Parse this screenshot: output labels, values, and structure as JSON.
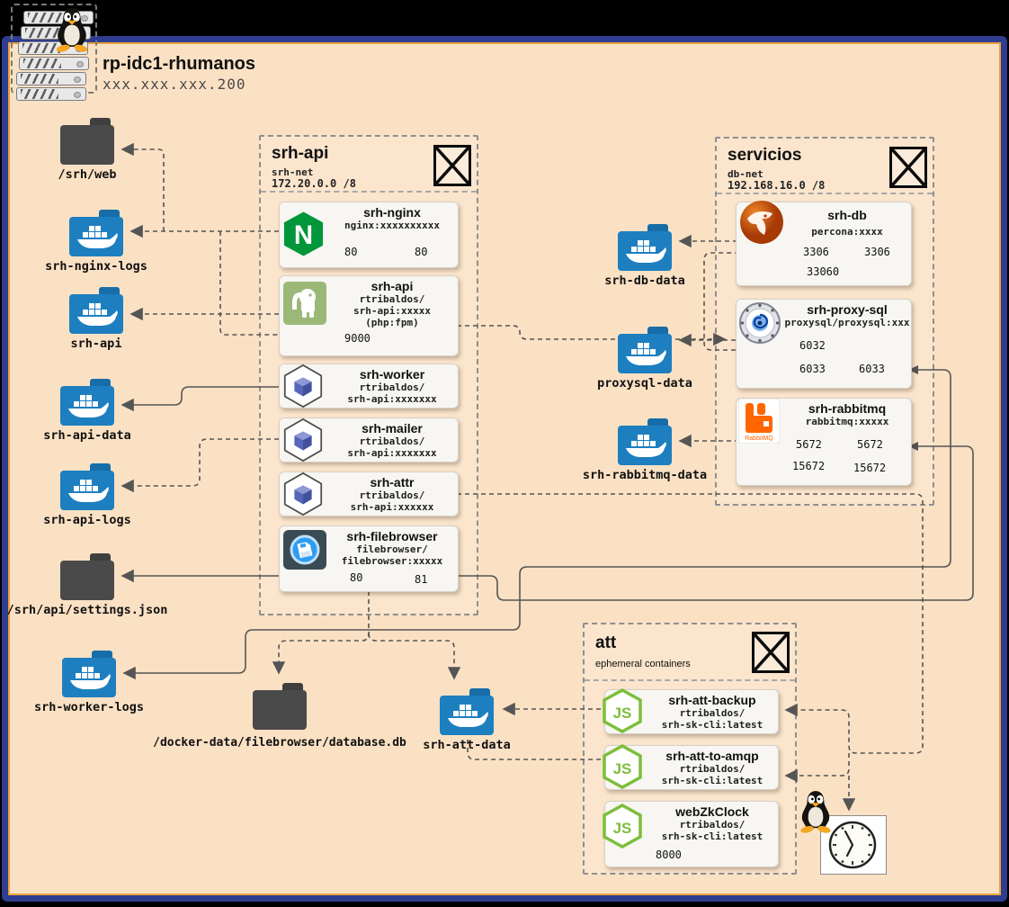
{
  "host": {
    "name": "rp-idc1-rhumanos",
    "ip": "xxx.xxx.xxx.200"
  },
  "volumes": {
    "srh_web": {
      "label": "/srh/web"
    },
    "srh_nginx_logs": {
      "label": "srh-nginx-logs"
    },
    "srh_api": {
      "label": "srh-api"
    },
    "srh_api_data": {
      "label": "srh-api-data"
    },
    "srh_api_logs": {
      "label": "srh-api-logs"
    },
    "settings_json": {
      "label": "/srh/api/settings.json"
    },
    "srh_worker_logs": {
      "label": "srh-worker-logs"
    },
    "srh_db_data": {
      "label": "srh-db-data"
    },
    "proxysql_data": {
      "label": "proxysql-data"
    },
    "srh_rabbitmq_data": {
      "label": "srh-rabbitmq-data"
    },
    "database_db": {
      "label": "/docker-data/filebrowser/database.db"
    },
    "srh_att_data": {
      "label": "srh-att-data"
    }
  },
  "networks": {
    "srh_api": {
      "title": "srh-api",
      "net": "srh-net",
      "subnet": "172.20.0.0 /8",
      "containers": {
        "nginx": {
          "name": "srh-nginx",
          "image": "nginx:xxxxxxxxxx",
          "port_c": "80",
          "port_h": "80"
        },
        "api": {
          "name": "srh-api",
          "image1": "rtribaldos/",
          "image2": "srh-api:xxxxx",
          "image3": "(php:fpm)",
          "port": "9000"
        },
        "worker": {
          "name": "srh-worker",
          "image1": "rtribaldos/",
          "image2": "srh-api:xxxxxxx"
        },
        "mailer": {
          "name": "srh-mailer",
          "image1": "rtribaldos/",
          "image2": "srh-api:xxxxxxx"
        },
        "attr": {
          "name": "srh-attr",
          "image1": "rtribaldos/",
          "image2": "srh-api:xxxxxx"
        },
        "filebrowser": {
          "name": "srh-filebrowser",
          "image1": "filebrowser/",
          "image2": "filebrowser:xxxxx",
          "port_c": "80",
          "port_h": "81"
        }
      }
    },
    "servicios": {
      "title": "servicios",
      "net": "db-net",
      "subnet": "192.168.16.0 /8",
      "containers": {
        "db": {
          "name": "srh-db",
          "image": "percona:xxxx",
          "p1c": "3306",
          "p1h": "3306",
          "p2c": "33060"
        },
        "proxysql": {
          "name": "srh-proxy-sql",
          "image": "proxysql/proxysql:xxx",
          "p1c": "6032",
          "p2c": "6033",
          "p2h": "6033"
        },
        "rabbitmq": {
          "name": "srh-rabbitmq",
          "image": "rabbitmq:xxxxx",
          "p1c": "5672",
          "p1h": "5672",
          "p2c": "15672",
          "p2h": "15672",
          "logo": "RabbitMQ"
        }
      }
    },
    "att": {
      "title": "att",
      "subtitle": "ephemeral containers",
      "containers": {
        "backup": {
          "name": "srh-att-backup",
          "image1": "rtribaldos/",
          "image2": "srh-sk-cli:latest"
        },
        "toamqp": {
          "name": "srh-att-to-amqp",
          "image1": "rtribaldos/",
          "image2": "srh-sk-cli:latest"
        },
        "webzkclock": {
          "name": "webZkClock",
          "image1": "rtribaldos/",
          "image2": "srh-sk-cli:latest",
          "port": "8000"
        }
      }
    }
  },
  "colors": {
    "background": "#fbe1c4",
    "frame": "#2e3d8f",
    "frame_inner": "#e8a33d",
    "docker_folder": "#1d7fc0",
    "plain_folder": "#4a4a4a",
    "nginx_green": "#019639",
    "node_green": "#7dbe3b",
    "rabbit_orange": "#ff6600",
    "percona_orange": "#cf5313",
    "wire": "#555555"
  }
}
